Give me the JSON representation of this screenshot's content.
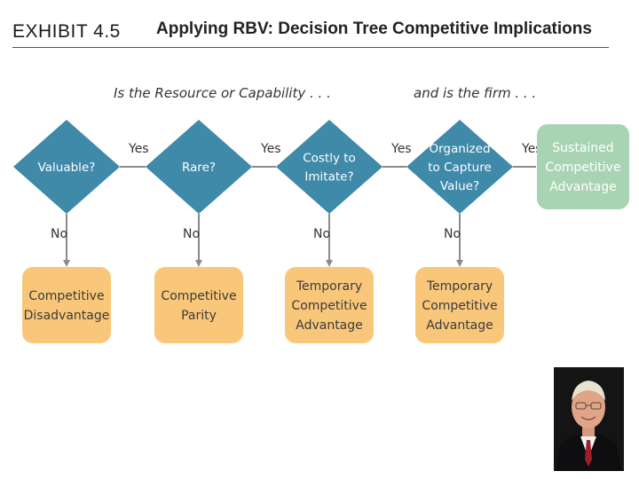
{
  "header": {
    "exhibit": "EXHIBIT 4.5",
    "title": "Applying RBV: Decision Tree Competitive Implications"
  },
  "diagram": {
    "question_lead": "Is the Resource or Capability . . .",
    "firm_lead": "and is the firm . . .",
    "questions": [
      [
        "Valuable?"
      ],
      [
        "Rare?"
      ],
      [
        "Costly to",
        "Imitate?"
      ],
      [
        "Organized",
        "to Capture",
        "Value?"
      ]
    ],
    "yes_label": "Yes",
    "no_label": "No",
    "outcomes": [
      [
        "Competitive",
        "Disadvantage"
      ],
      [
        "Competitive",
        "Parity"
      ],
      [
        "Temporary",
        "Competitive",
        "Advantage"
      ],
      [
        "Temporary",
        "Competitive",
        "Advantage"
      ]
    ],
    "final_outcome": [
      "Sustained",
      "Competitive",
      "Advantage"
    ],
    "colors": {
      "diamond": "#3f89a9",
      "outcome": "#f9c77a",
      "final": "#a9d4b4",
      "arrow": "#8a8a8a"
    }
  },
  "photo": {
    "subject": "presenter-portrait"
  }
}
